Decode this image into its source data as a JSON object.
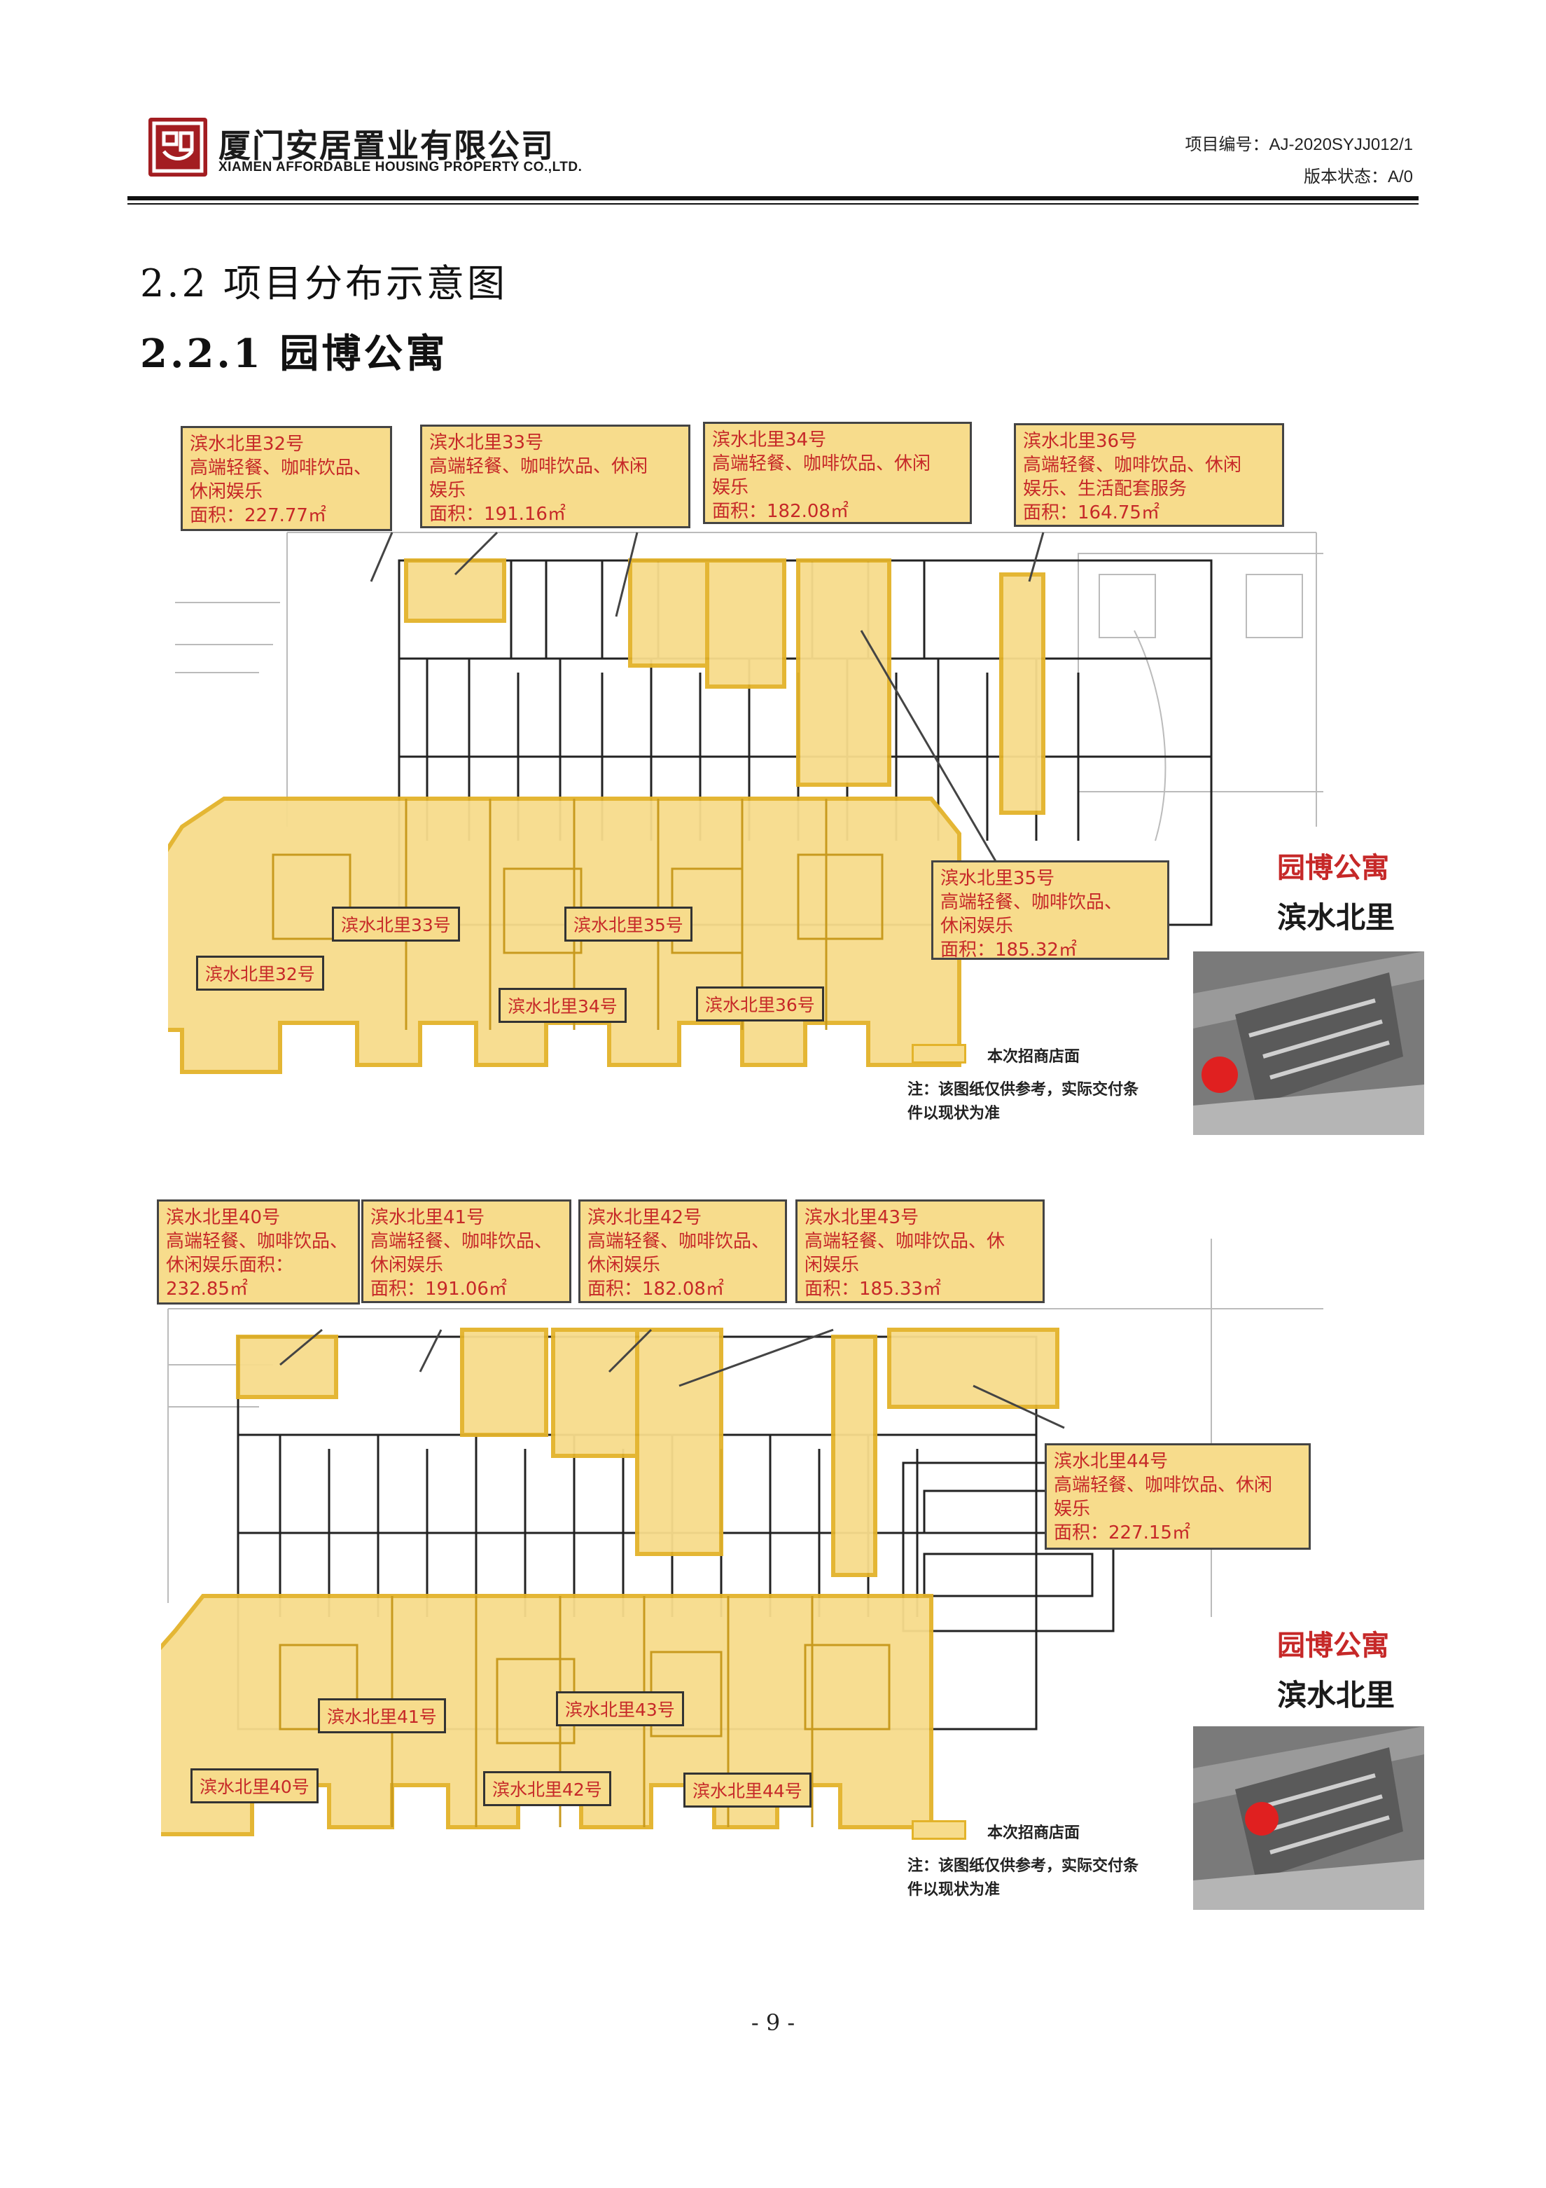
{
  "header": {
    "company_cn": "厦门安居置业有限公司",
    "company_en": "XIAMEN AFFORDABLE HOUSING PROPERTY CO.,LTD.",
    "project_no": "项目编号：AJ-2020SYJJ012/1",
    "version": "版本状态：A/0"
  },
  "section": {
    "title": "2.2 项目分布示意图",
    "subtitle": "2.2.1 园博公寓"
  },
  "plan1": {
    "callouts": [
      {
        "lines": [
          "滨水北里32号",
          "高端轻餐、咖啡饮品、",
          "休闲娱乐",
          "面积：227.77㎡"
        ]
      },
      {
        "lines": [
          "滨水北里33号",
          "高端轻餐、咖啡饮品、休闲",
          "娱乐",
          "面积：191.16㎡"
        ]
      },
      {
        "lines": [
          "滨水北里34号",
          "高端轻餐、咖啡饮品、休闲",
          "娱乐",
          "面积：182.08㎡"
        ]
      },
      {
        "lines": [
          "滨水北里36号",
          "高端轻餐、咖啡饮品、休闲",
          "娱乐、生活配套服务",
          "面积：164.75㎡"
        ]
      },
      {
        "lines": [
          "滨水北里35号",
          "高端轻餐、咖啡饮品、",
          "休闲娱乐",
          "面积：185.32㎡"
        ]
      }
    ],
    "units": [
      "滨水北里33号",
      "滨水北里35号",
      "滨水北里32号",
      "滨水北里34号",
      "滨水北里36号"
    ]
  },
  "plan2": {
    "callouts": [
      {
        "lines": [
          "滨水北里40号",
          "高端轻餐、咖啡饮品、",
          "休闲娱乐面积：",
          "232.85㎡"
        ]
      },
      {
        "lines": [
          "滨水北里41号",
          "高端轻餐、咖啡饮品、",
          "休闲娱乐",
          "面积：191.06㎡"
        ]
      },
      {
        "lines": [
          "滨水北里42号",
          "高端轻餐、咖啡饮品、",
          "休闲娱乐",
          "面积：182.08㎡"
        ]
      },
      {
        "lines": [
          "滨水北里43号",
          "高端轻餐、咖啡饮品、休",
          "闲娱乐",
          "面积：185.33㎡"
        ]
      },
      {
        "lines": [
          "滨水北里44号",
          "高端轻餐、咖啡饮品、休闲",
          "娱乐",
          "面积：227.15㎡"
        ]
      }
    ],
    "units": [
      "滨水北里41号",
      "滨水北里43号",
      "滨水北里40号",
      "滨水北里42号",
      "滨水北里44号"
    ]
  },
  "brand": {
    "name": "园博公寓",
    "sub": "滨水北里"
  },
  "legend": {
    "label": "本次招商店面",
    "note1": "注：该图纸仅供参考，实际交付条",
    "note2": "件以现状为准"
  },
  "colors": {
    "highlight": "#f7dc8c",
    "outline": "#e3b32a",
    "accent": "#c62828"
  },
  "footer": {
    "page": "- 9 -"
  }
}
